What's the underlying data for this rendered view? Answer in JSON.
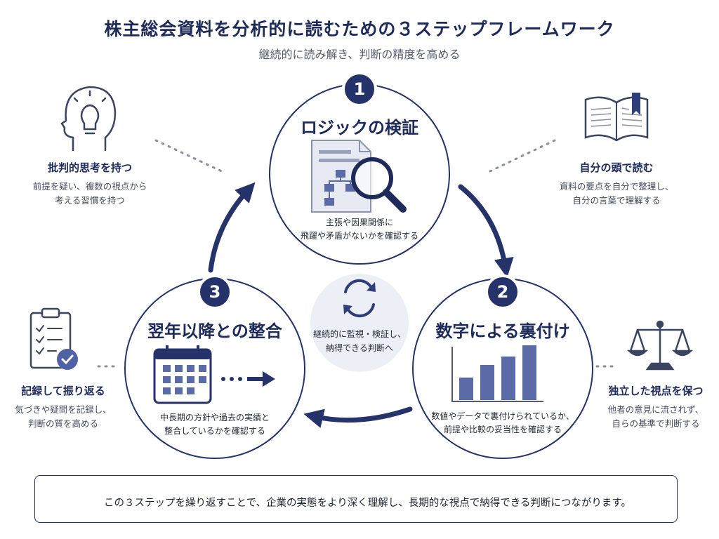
{
  "header": {
    "title": "株主総会資料を分析的に読むための３ステップフレームワーク",
    "subtitle": "継続的に読み解き、判断の精度を高める"
  },
  "steps": [
    {
      "number": "1",
      "title": "ロジックの検証",
      "desc_lines": [
        "主張や因果関係に",
        "飛躍や矛盾がないかを確認する"
      ]
    },
    {
      "number": "2",
      "title": "数字による裏付け",
      "desc_lines": [
        "数値やデータで裏付けられているか、",
        "前提や比較の妥当性を確認する"
      ]
    },
    {
      "number": "3",
      "title": "翌年以降との整合",
      "desc_lines": [
        "中長期の方針や過去の実績と",
        "整合しているかを確認する"
      ]
    }
  ],
  "center": {
    "lines": [
      "継続的に監視・検証し、",
      "納得できる判断へ"
    ]
  },
  "sides": [
    {
      "title": "批判的思考を持つ",
      "desc_lines": [
        "前提を疑い、複数の視点から",
        "考える習慣を持つ"
      ],
      "icon": "head-lightbulb-icon"
    },
    {
      "title": "自分の頭で読む",
      "desc_lines": [
        "資料の要点を自分で整理し、",
        "自分の言葉で理解する"
      ],
      "icon": "open-book-icon"
    },
    {
      "title": "記録して振り返る",
      "desc_lines": [
        "気づきや疑問を記録し、",
        "判断の質を高める"
      ],
      "icon": "clipboard-check-icon"
    },
    {
      "title": "独立した視点を保つ",
      "desc_lines": [
        "他者の意見に流されず、",
        "自らの基準で判断する"
      ],
      "icon": "balance-scale-icon"
    }
  ],
  "footer": {
    "text": "この３ステップを繰り返すことで、企業の実態をより深く理解し、長期的な視点で納得できる判断につながります。",
    "icon": "shield-check-icon"
  },
  "colors": {
    "navy": "#26326a",
    "accent": "#5b6ba8",
    "light_bg": "#eceff6"
  }
}
